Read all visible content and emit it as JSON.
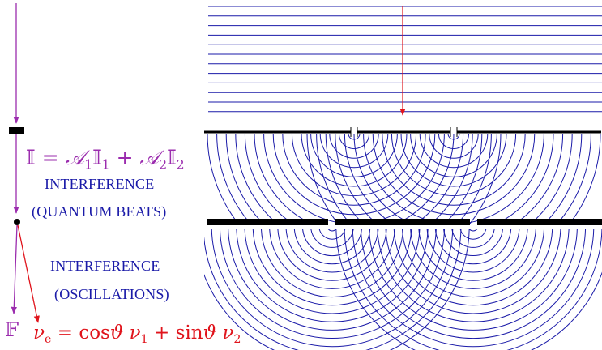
{
  "colors": {
    "wave": "#1a1aa8",
    "purple_arrow": "#9b2cae",
    "red_arrow": "#e0141c",
    "barrier": "#000000"
  },
  "labels": {
    "intensity_formula": {
      "lhs": "𝕀",
      "eq": "=",
      "a1": "𝒜",
      "a1_sub": "1",
      "i1": "𝕀",
      "i1_sub": "1",
      "plus": "+",
      "a2": "𝒜",
      "a2_sub": "2",
      "i2": "𝕀",
      "i2_sub": "2"
    },
    "interference_top": "INTERFERENCE",
    "quantum_beats": "(QUANTUM BEATS)",
    "interference_bottom": "INTERFERENCE",
    "oscillations": "(OSCILLATIONS)",
    "flux_symbol": "𝔽",
    "nu_formula": {
      "nu": "ν",
      "nu_sub": "e",
      "eq": "=",
      "cos": "cos",
      "theta1": "ϑ",
      "nu1": "ν",
      "nu1_sub": "1",
      "plus": "+",
      "sin": "sin",
      "theta2": "ϑ",
      "nu2": "ν",
      "nu2_sub": "2"
    }
  }
}
